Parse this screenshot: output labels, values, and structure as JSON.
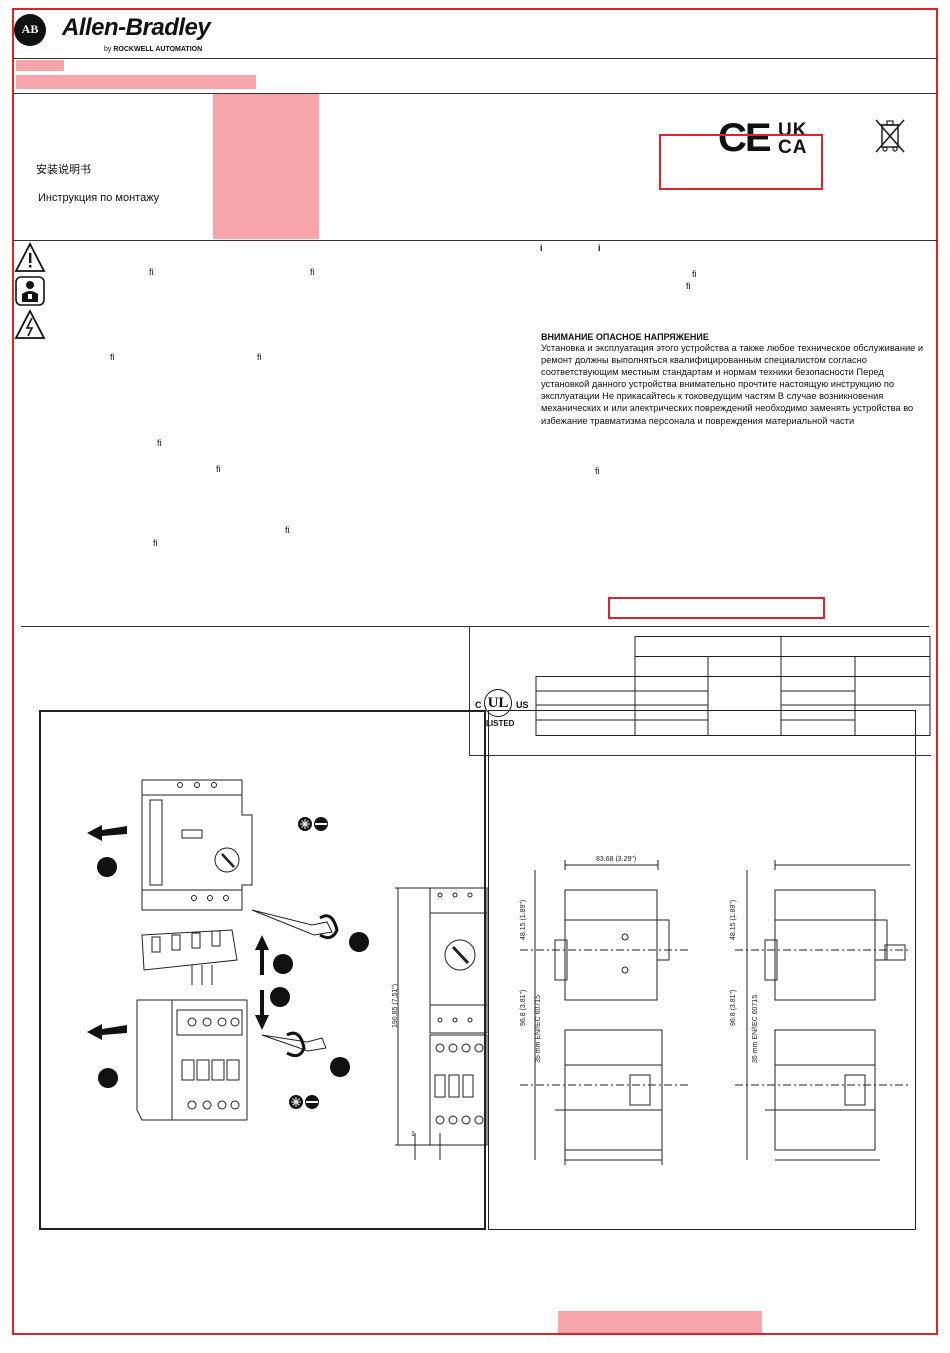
{
  "header": {
    "logo_letters": "AB",
    "brand": "Allen-Bradley",
    "byline_prefix": "by",
    "byline_company": "ROCKWELL AUTOMATION"
  },
  "titles": {
    "chinese": "安装说明书",
    "russian": "Инструкция по монтажу"
  },
  "certifications": {
    "ce": "CE",
    "ukca_line1": "UK",
    "ukca_line2": "CA"
  },
  "ligature_marks": {
    "fi": "ﬁ",
    "i": "i"
  },
  "warning": {
    "title": "ВНИМАНИЕ  ОПАСНОЕ НАПРЯЖЕНИЕ",
    "body": "Установка и эксплуатация этого устройства  а также любое техническое обслуживание и ремонт должны выполняться квалифицированным специалистом согласно соответствующим местным стандартам и нормам техники безопасности  Перед установкой данного устройства внимательно прочтите настоящую инструкцию по эксплуатации  Не прикасайтесь к токоведущим частям  В случае возникновения механических и  или электрических повреждений необходимо заменять устройства во избежание травматизма персонала и повреждения материальной части"
  },
  "ul_mark": {
    "logo": "UL",
    "c": "C",
    "us": "US",
    "listed": "LISTED"
  },
  "dimensions": {
    "height_total": "190.85  (7.51\")",
    "width_top": "83.68  (3.29\")",
    "offset_top_left": "48.15  (1.89\")",
    "offset_bottom_left": "96.8  (3.81\")",
    "rail_left": "35 mm EN/IEC 60715",
    "offset_top_right": "48.15  (1.89\")",
    "offset_bottom_right": "96.8  (3.81\")",
    "rail_right": "35 mm EN/IEC 60715",
    "marker": "1"
  },
  "colors": {
    "frame_red": "#d9252b",
    "redaction_pink": "#f6a6aa"
  }
}
